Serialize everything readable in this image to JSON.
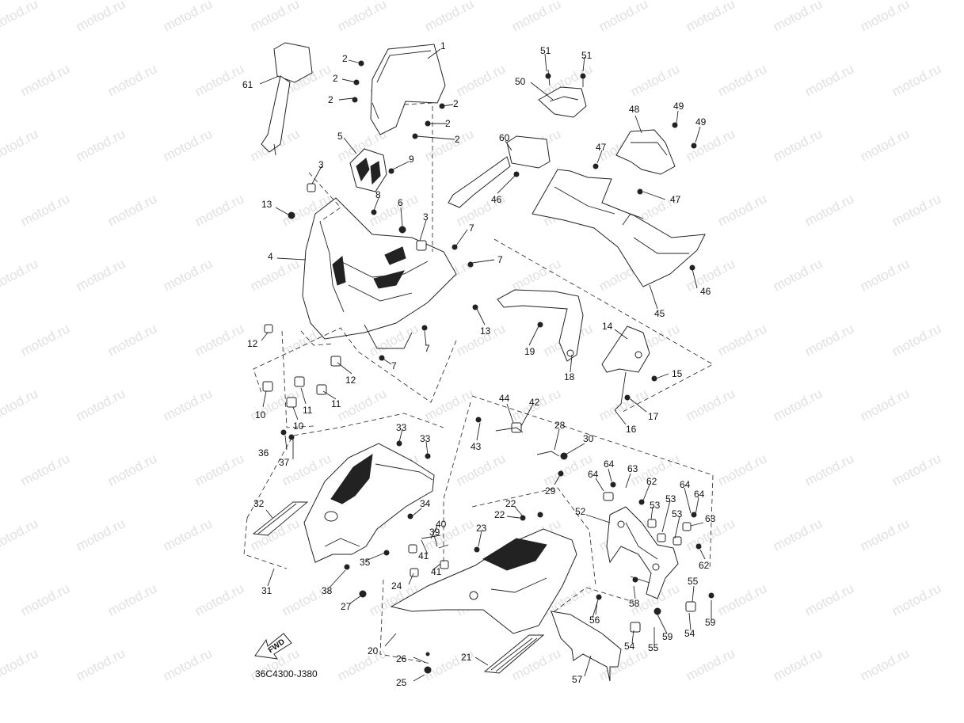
{
  "watermark": "motod.ru",
  "reference_code": "36C4300-J380",
  "forward_label": "FWD",
  "part_labels": [
    {
      "text": "1"
    },
    {
      "text": "2"
    },
    {
      "text": "2"
    },
    {
      "text": "2"
    },
    {
      "text": "2"
    },
    {
      "text": "2"
    },
    {
      "text": "2"
    },
    {
      "text": "61"
    },
    {
      "text": "51"
    },
    {
      "text": "51"
    },
    {
      "text": "50"
    },
    {
      "text": "48"
    },
    {
      "text": "49"
    },
    {
      "text": "49"
    },
    {
      "text": "5"
    },
    {
      "text": "3"
    },
    {
      "text": "9"
    },
    {
      "text": "60"
    },
    {
      "text": "47"
    },
    {
      "text": "47"
    },
    {
      "text": "46"
    },
    {
      "text": "8"
    },
    {
      "text": "6"
    },
    {
      "text": "13"
    },
    {
      "text": "3"
    },
    {
      "text": "7"
    },
    {
      "text": "7"
    },
    {
      "text": "4"
    },
    {
      "text": "46"
    },
    {
      "text": "45"
    },
    {
      "text": "13"
    },
    {
      "text": "12"
    },
    {
      "text": "7"
    },
    {
      "text": "19"
    },
    {
      "text": "14"
    },
    {
      "text": "7"
    },
    {
      "text": "15"
    },
    {
      "text": "12"
    },
    {
      "text": "18"
    },
    {
      "text": "10"
    },
    {
      "text": "11"
    },
    {
      "text": "11"
    },
    {
      "text": "10"
    },
    {
      "text": "17"
    },
    {
      "text": "16"
    },
    {
      "text": "44"
    },
    {
      "text": "42"
    },
    {
      "text": "43"
    },
    {
      "text": "33"
    },
    {
      "text": "33"
    },
    {
      "text": "28"
    },
    {
      "text": "30"
    },
    {
      "text": "36"
    },
    {
      "text": "37"
    },
    {
      "text": "64"
    },
    {
      "text": "63"
    },
    {
      "text": "64"
    },
    {
      "text": "62"
    },
    {
      "text": "64"
    },
    {
      "text": "29"
    },
    {
      "text": "53"
    },
    {
      "text": "53"
    },
    {
      "text": "64"
    },
    {
      "text": "32"
    },
    {
      "text": "34"
    },
    {
      "text": "22"
    },
    {
      "text": "22"
    },
    {
      "text": "52"
    },
    {
      "text": "53"
    },
    {
      "text": "63"
    },
    {
      "text": "40"
    },
    {
      "text": "23"
    },
    {
      "text": "39"
    },
    {
      "text": "41"
    },
    {
      "text": "41"
    },
    {
      "text": "35"
    },
    {
      "text": "62"
    },
    {
      "text": "31"
    },
    {
      "text": "38"
    },
    {
      "text": "24"
    },
    {
      "text": "55"
    },
    {
      "text": "27"
    },
    {
      "text": "58"
    },
    {
      "text": "56"
    },
    {
      "text": "59"
    },
    {
      "text": "54"
    },
    {
      "text": "59"
    },
    {
      "text": "54"
    },
    {
      "text": "55"
    },
    {
      "text": "20"
    },
    {
      "text": "21"
    },
    {
      "text": "26"
    },
    {
      "text": "57"
    },
    {
      "text": "25"
    }
  ]
}
